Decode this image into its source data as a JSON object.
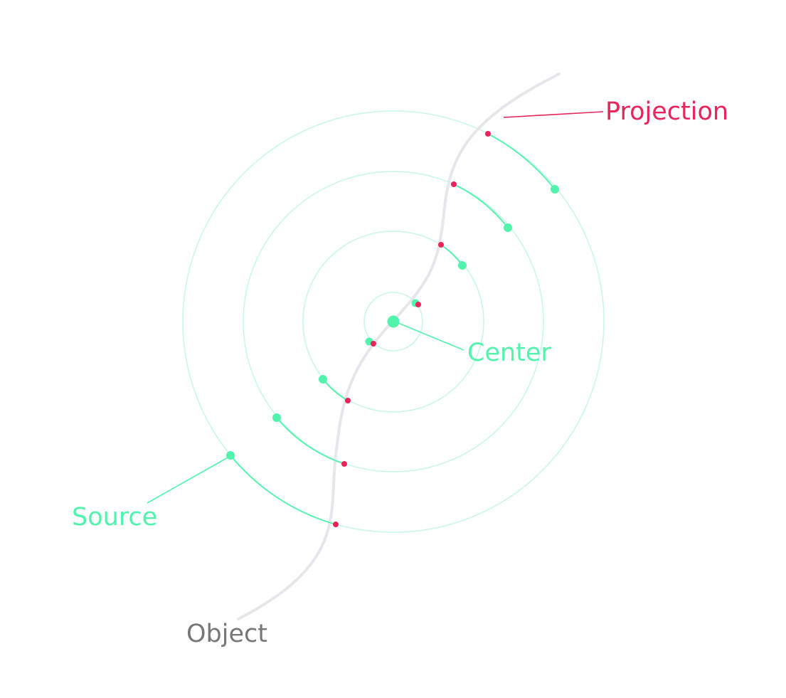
{
  "labels": {
    "projection": "Projection",
    "center": "Center",
    "source": "Source",
    "object": "Object"
  },
  "colors": {
    "accent_green": "#52f3ad",
    "ring_green": "#c9f7e6",
    "projection_red": "#e8245a",
    "object_gray": "#e8e6ec",
    "object_label_gray": "#777777"
  },
  "diagram": {
    "ring_count": 4,
    "source_points_per_ring": 2,
    "projection_points_per_ring": 2
  }
}
